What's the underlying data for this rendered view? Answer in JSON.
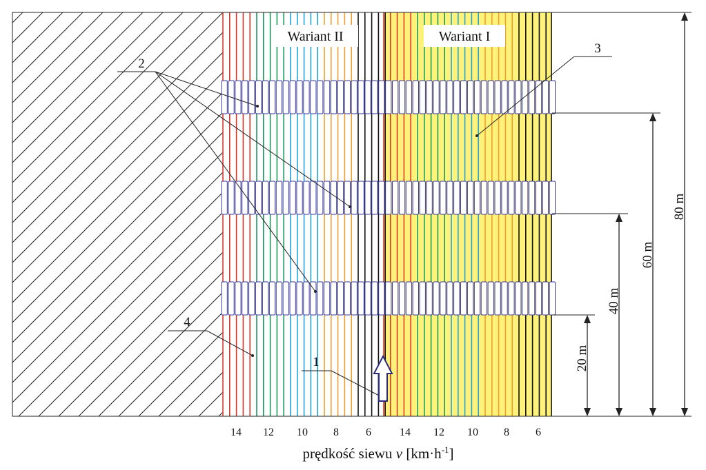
{
  "labels": {
    "variant_2": "Wariant II",
    "variant_1": "Wariant I",
    "callout_1": "1",
    "callout_2": "2",
    "callout_3": "3",
    "callout_4": "4"
  },
  "dimensions": {
    "d20": "20 m",
    "d40": "40 m",
    "d60": "60 m",
    "d80": "80 m"
  },
  "axis": {
    "title_prefix": "prędkość siewu ",
    "title_var": "v",
    "title_unit": " [km·h",
    "title_exp": "-1",
    "title_close": "]"
  },
  "ticks": {
    "variant_2": [
      "14",
      "12",
      "10",
      "8",
      "6"
    ],
    "variant_1": [
      "14",
      "12",
      "10",
      "8",
      "6"
    ]
  },
  "colors": {
    "hatch": "#222222",
    "red": "#e0392b",
    "green": "#1a9a5b",
    "blue": "#1ea0d8",
    "orange": "#f0a030",
    "black": "#111111",
    "yellow_fill": "#fff27a",
    "sprayer_bar": "#3a3a9a",
    "arrow": "#2a2a7a"
  }
}
